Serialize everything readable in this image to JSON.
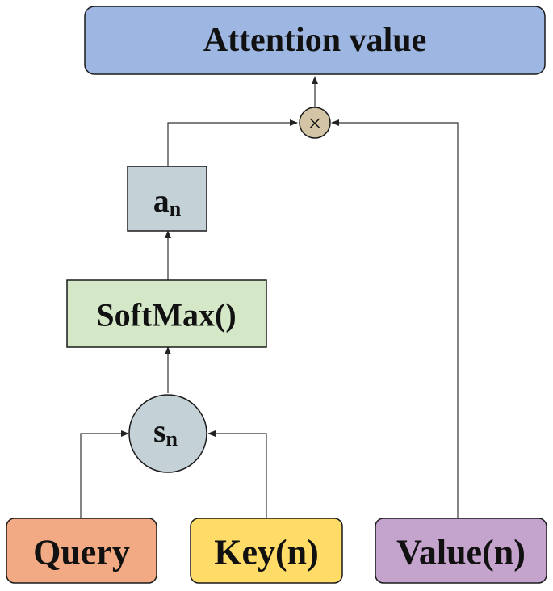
{
  "nodes": {
    "attention": {
      "label": "Attention value",
      "fill": "#9db6e2"
    },
    "multiply": {
      "symbol": "×",
      "fill": "#d2c4a4"
    },
    "a": {
      "label": "a",
      "sub": "n",
      "fill": "#c4d2d8"
    },
    "softmax": {
      "label": "SoftMax()",
      "fill": "#d4e8c8"
    },
    "s": {
      "label": "s",
      "sub": "n",
      "fill": "#c4d2d8"
    },
    "query": {
      "label": "Query",
      "fill": "#f2aa84"
    },
    "key": {
      "label": "Key(n)",
      "fill": "#ffdb68"
    },
    "value": {
      "label": "Value(n)",
      "fill": "#c4a3cc"
    }
  },
  "colors": {
    "stroke": "#1a1a1a",
    "connector": "#333333"
  }
}
